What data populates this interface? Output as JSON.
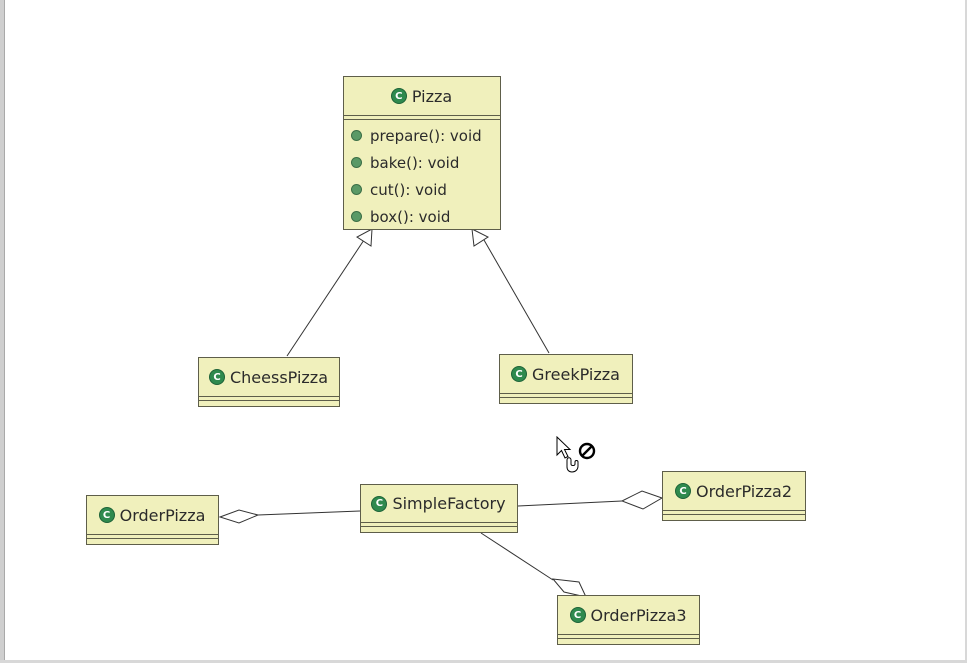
{
  "diagram": {
    "classes": {
      "pizza": {
        "name": "Pizza",
        "methods": [
          "prepare(): void",
          "bake(): void",
          "cut(): void",
          "box(): void"
        ]
      },
      "cheess": {
        "name": "CheessPizza"
      },
      "greek": {
        "name": "GreekPizza"
      },
      "simple_factory": {
        "name": "SimpleFactory"
      },
      "order_pizza": {
        "name": "OrderPizza"
      },
      "order_pizza2": {
        "name": "OrderPizza2"
      },
      "order_pizza3": {
        "name": "OrderPizza3"
      }
    },
    "class_icon_glyph": "C",
    "icons": {
      "class": "class-c-icon",
      "method": "public-method-dot-icon",
      "cursor": "arrow-cursor-icon",
      "no_drop": "no-drop-icon"
    },
    "colors": {
      "class_fill": "#f0f0bc",
      "class_border": "#5e5e4a",
      "class_icon": "#2f8a4e",
      "method_dot": "#5a9966",
      "line": "#333333"
    },
    "relations": [
      {
        "type": "generalization",
        "from": "CheessPizza",
        "to": "Pizza"
      },
      {
        "type": "generalization",
        "from": "GreekPizza",
        "to": "Pizza"
      },
      {
        "type": "aggregation",
        "whole": "OrderPizza",
        "part": "SimpleFactory"
      },
      {
        "type": "aggregation",
        "whole": "OrderPizza2",
        "part": "SimpleFactory"
      },
      {
        "type": "aggregation",
        "whole": "OrderPizza3",
        "part": "SimpleFactory"
      }
    ]
  }
}
